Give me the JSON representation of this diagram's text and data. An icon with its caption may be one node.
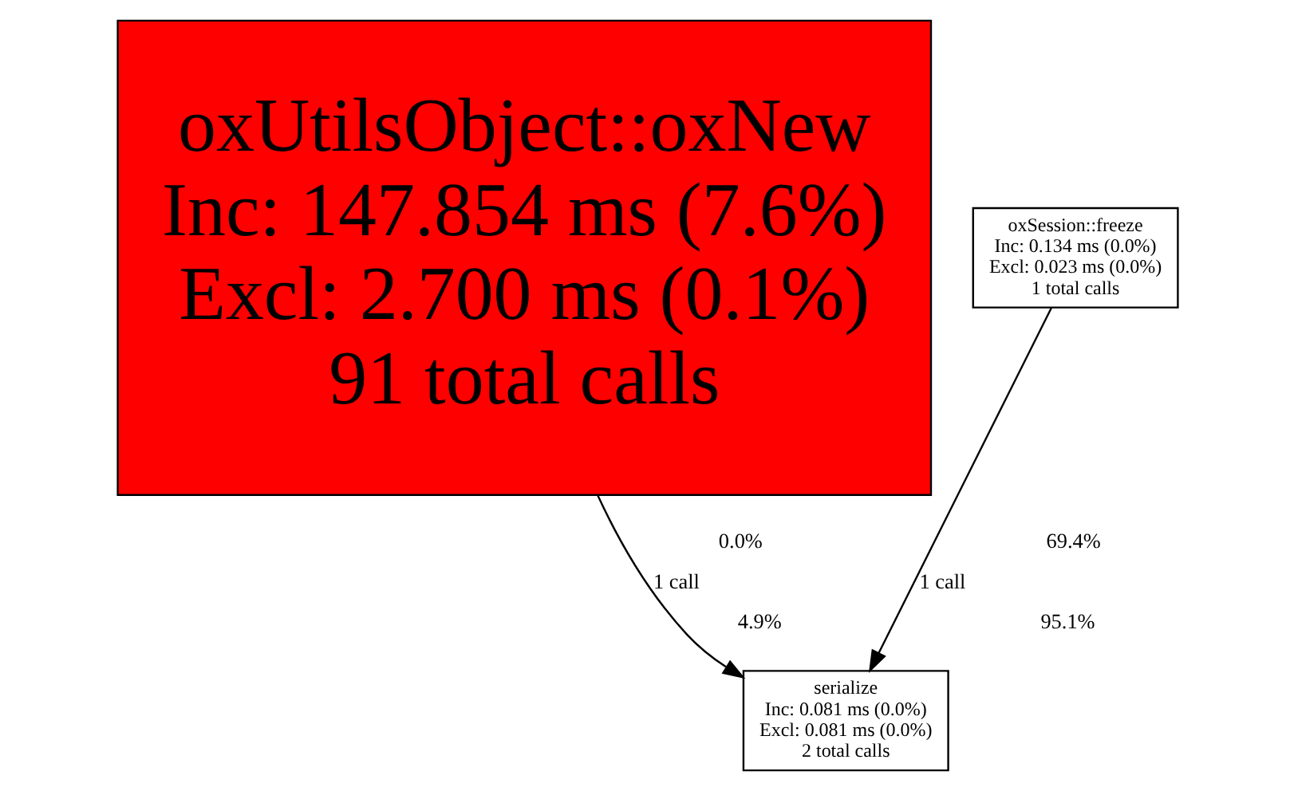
{
  "diagram": {
    "nodes": [
      {
        "text": [
          "oxUtilsObject::oxNew",
          "Inc: 147.854 ms (7.6%)",
          "Excl: 2.700 ms (0.1%)",
          "91 total calls"
        ]
      },
      {
        "text": [
          "oxSession::freeze",
          "Inc: 0.134 ms (0.0%)",
          "Excl: 0.023 ms (0.0%)",
          "1 total calls"
        ]
      },
      {
        "text": [
          "serialize",
          "Inc: 0.081 ms (0.0%)",
          "Excl: 0.081 ms (0.0%)",
          "2 total calls"
        ]
      }
    ],
    "edges": [
      {
        "from": 0,
        "to": 2,
        "arrow": "to",
        "label": "1 call"
      },
      {
        "from": 1,
        "to": 2,
        "arrow": "to",
        "label": "1 call"
      }
    ],
    "labels": [
      "0.0%",
      "69.4%",
      "4.9%",
      "95.1%"
    ]
  }
}
